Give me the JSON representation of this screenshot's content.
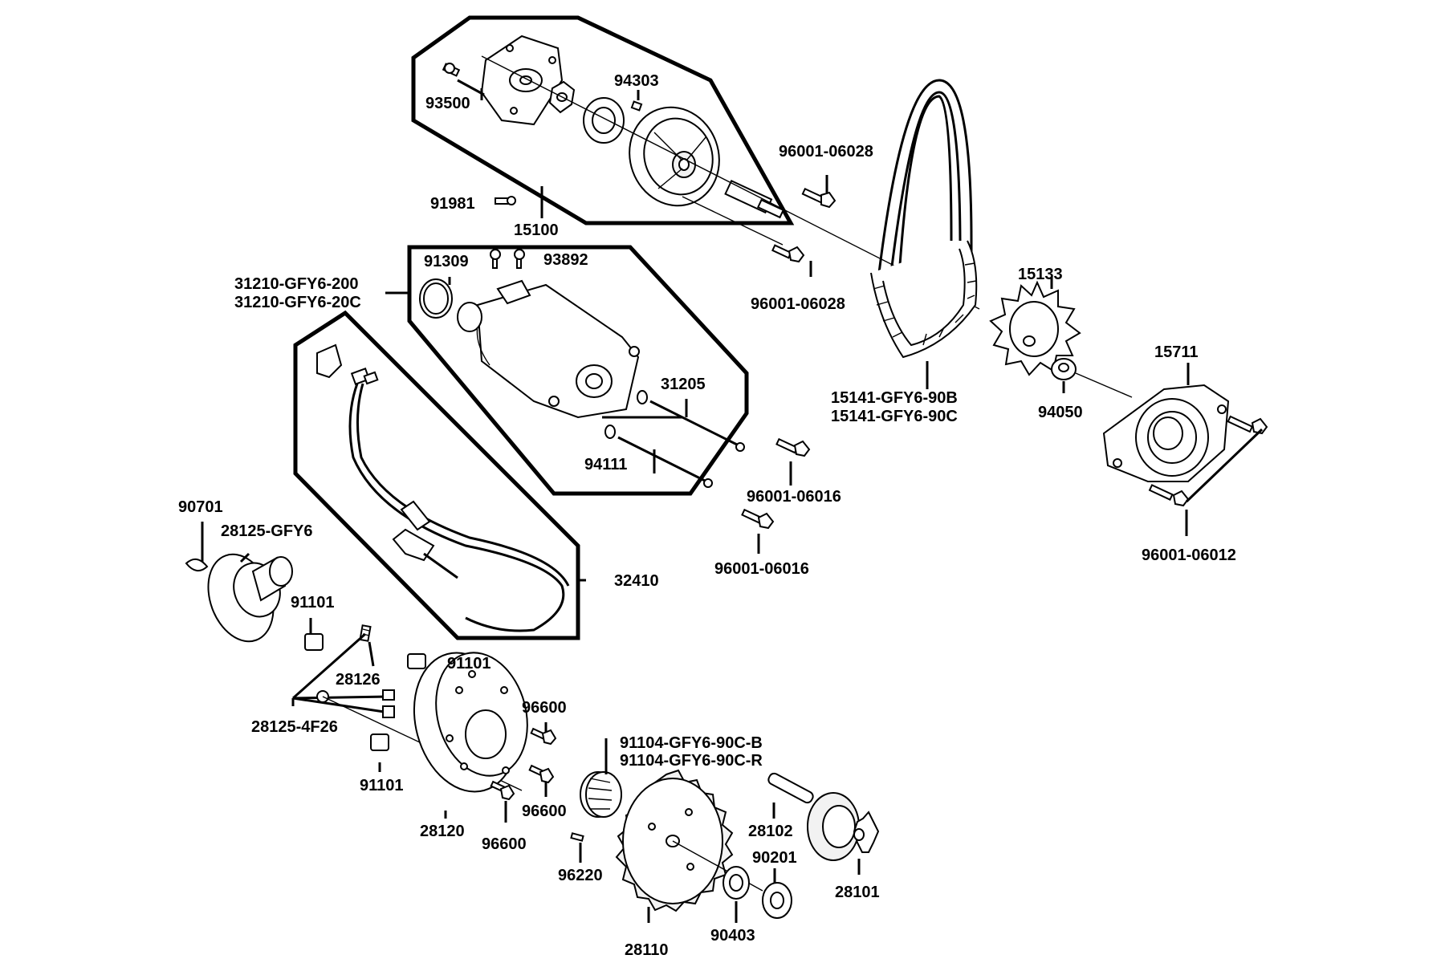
{
  "parts": {
    "p93500": "93500",
    "p94303": "94303",
    "p96001_06028_a": "96001-06028",
    "p96001_06028_b": "96001-06028",
    "p91981": "91981",
    "p15100": "15100",
    "p91309": "91309",
    "p93892": "93892",
    "p31210_200": "31210-GFY6-200",
    "p31210_20c": "31210-GFY6-20C",
    "p15133": "15133",
    "p15711": "15711",
    "p15141_90b": "15141-GFY6-90B",
    "p15141_90c": "15141-GFY6-90C",
    "p94050": "94050",
    "p31205": "31205",
    "p94111": "94111",
    "p96001_06016_a": "96001-06016",
    "p96001_06016_b": "96001-06016",
    "p96001_06012": "96001-06012",
    "p90701": "90701",
    "p28125_gfy6": "28125-GFY6",
    "p32410": "32410",
    "p91101_a": "91101",
    "p91101_b": "91101",
    "p91101_c": "91101",
    "p28126": "28126",
    "p28125_4f26": "28125-4F26",
    "p96600_a": "96600",
    "p96600_b": "96600",
    "p96600_c": "96600",
    "p91104_b": "91104-GFY6-90C-B",
    "p91104_r": "91104-GFY6-90C-R",
    "p28120": "28120",
    "p28102": "28102",
    "p90201": "90201",
    "p28101": "28101",
    "p96220": "96220",
    "p28110": "28110",
    "p90403": "90403"
  }
}
